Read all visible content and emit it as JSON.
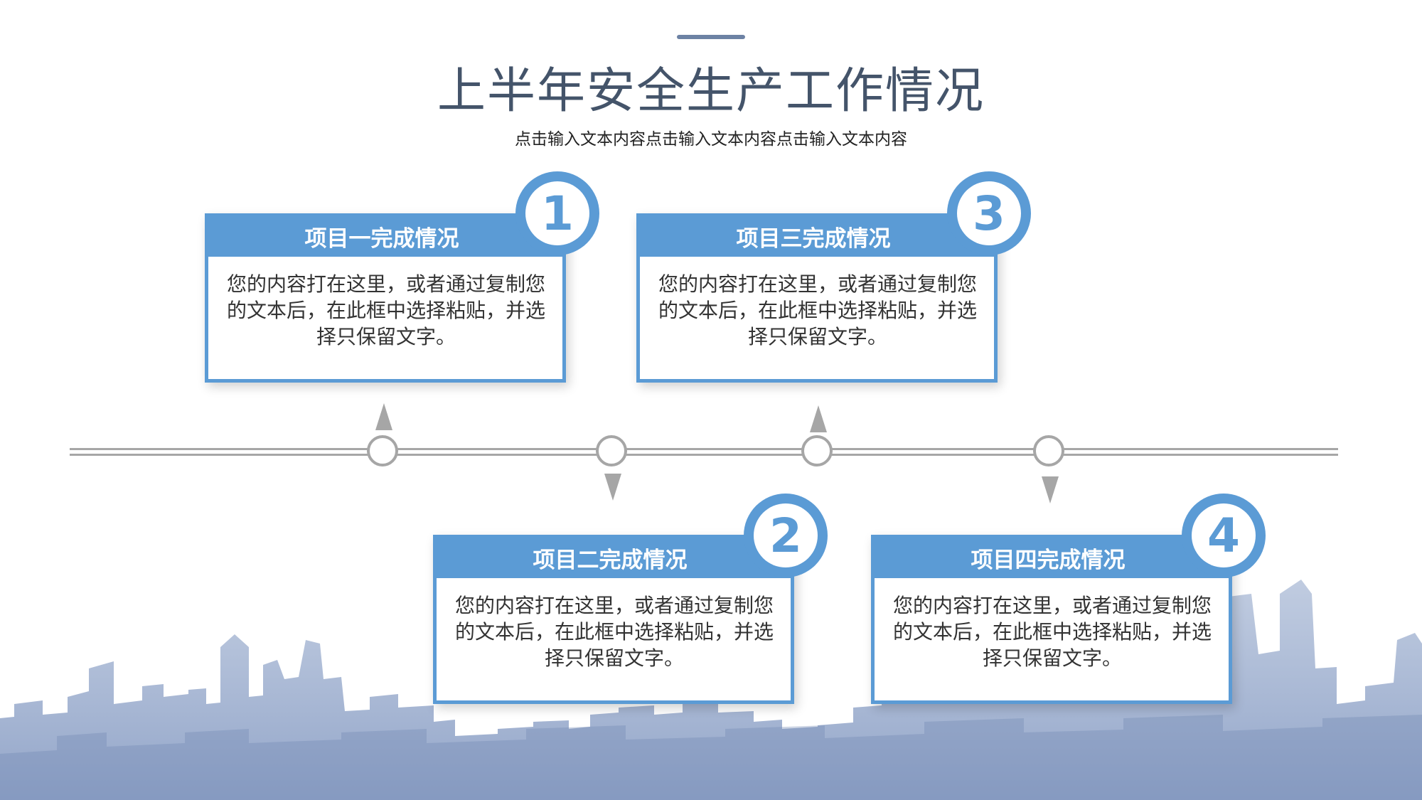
{
  "header": {
    "title": "上半年安全生产工作情况",
    "subtitle": "点击输入文本内容点击输入文本内容点击输入文本内容"
  },
  "accent_color": "#5b9bd5",
  "title_color": "#44546a",
  "timeline_color": "#a6a6a6",
  "cards": [
    {
      "number": "1",
      "title": "项目一完成情况",
      "body": "您的内容打在这里，或者通过复制您的文本后，在此框中选择粘贴，并选择只保留文字。"
    },
    {
      "number": "2",
      "title": "项目二完成情况",
      "body": "您的内容打在这里，或者通过复制您的文本后，在此框中选择粘贴，并选择只保留文字。"
    },
    {
      "number": "3",
      "title": "项目三完成情况",
      "body": "您的内容打在这里，或者通过复制您的文本后，在此框中选择粘贴，并选择只保留文字。"
    },
    {
      "number": "4",
      "title": "项目四完成情况",
      "body": "您的内容打在这里，或者通过复制您的文本后，在此框中选择粘贴，并选择只保留文字。"
    }
  ]
}
